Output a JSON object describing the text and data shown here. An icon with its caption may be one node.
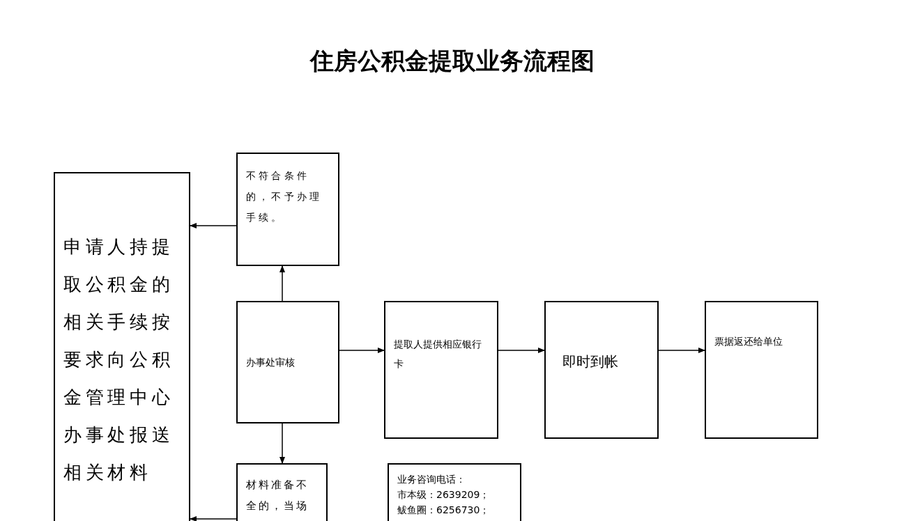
{
  "diagram": {
    "title": "住房公积金提取业务流程图",
    "nodes": [
      {
        "text": [
          "申请人持提取公积金的相关手续按要求向公积金管理中心办事处报送相关材料"
        ]
      },
      {
        "text": [
          "不符合条件的，不予办理手续。"
        ]
      },
      {
        "text": [
          "办事处审核"
        ]
      },
      {
        "text": [
          "提取人提供相应银行卡"
        ]
      },
      {
        "text": [
          "即时到帐"
        ]
      },
      {
        "text": [
          "票据返还给单位"
        ]
      },
      {
        "text": [
          "材料准备不全的，当场"
        ]
      },
      {
        "text": [
          "业务咨询电话：",
          "市本级：2639209；",
          "鲅鱼圈：6256730；"
        ]
      }
    ],
    "edges": [
      {
        "from": 2,
        "to": 1,
        "arrow": "to"
      },
      {
        "from": 1,
        "to": 0,
        "arrow": "to"
      },
      {
        "from": 2,
        "to": 3,
        "arrow": "to"
      },
      {
        "from": 3,
        "to": 4,
        "arrow": "to"
      },
      {
        "from": 4,
        "to": 5,
        "arrow": "to"
      },
      {
        "from": 2,
        "to": 6,
        "arrow": "to"
      },
      {
        "from": 6,
        "to": 0,
        "arrow": "to"
      }
    ]
  }
}
